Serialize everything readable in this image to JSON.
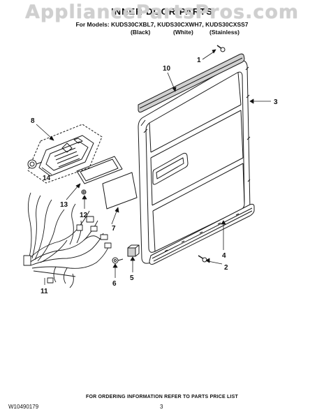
{
  "watermark": "AppliancePartsPros.com",
  "header": {
    "title": "INNER DOOR PARTS",
    "models": "For Models: KUDS30CXBL7, KUDS30CXWH7, KUDS30CXSS7",
    "variants": [
      "(Black)",
      "(White)",
      "(Stainless)"
    ]
  },
  "callouts": [
    "1",
    "10",
    "3",
    "8",
    "14",
    "13",
    "12",
    "7",
    "4",
    "2",
    "5",
    "6",
    "11"
  ],
  "footer": {
    "note": "FOR ORDERING INFORMATION REFER TO PARTS PRICE LIST",
    "doc_id": "W10490179",
    "page": "3"
  },
  "colors": {
    "line": "#1a1a1a",
    "shade": "#c8c8c8",
    "watermark": "#cfcfcf"
  }
}
